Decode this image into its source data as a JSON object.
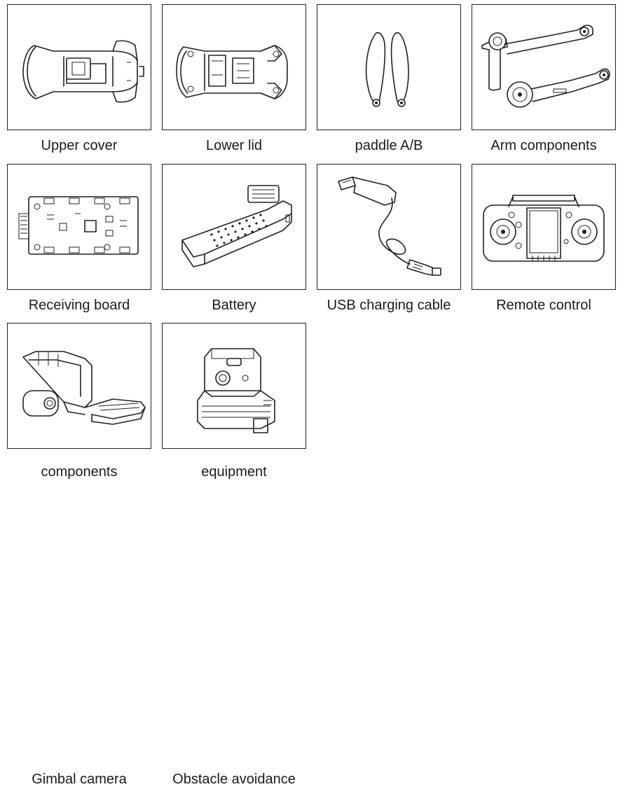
{
  "parts": [
    {
      "id": "upper-cover",
      "label": "Upper cover",
      "icon": "upper-cover-icon"
    },
    {
      "id": "lower-lid",
      "label": "Lower lid",
      "icon": "lower-lid-icon"
    },
    {
      "id": "paddle",
      "label": "paddle A/B",
      "icon": "propeller-icon"
    },
    {
      "id": "arm",
      "label": "Arm components",
      "icon": "arm-icon"
    },
    {
      "id": "receiving-board",
      "label": "Receiving board",
      "icon": "circuit-board-icon"
    },
    {
      "id": "battery",
      "label": "Battery",
      "icon": "battery-icon"
    },
    {
      "id": "usb-cable",
      "label": "USB charging cable",
      "icon": "usb-cable-icon"
    },
    {
      "id": "remote",
      "label": "Remote control",
      "icon": "remote-control-icon"
    },
    {
      "id": "gimbal",
      "label_line1": "Gimbal camera",
      "label_line2": "components",
      "icon": "gimbal-camera-icon"
    },
    {
      "id": "obstacle",
      "label_line1": "Obstacle avoidance",
      "label_line2": "equipment",
      "icon": "obstacle-sensor-icon"
    }
  ]
}
